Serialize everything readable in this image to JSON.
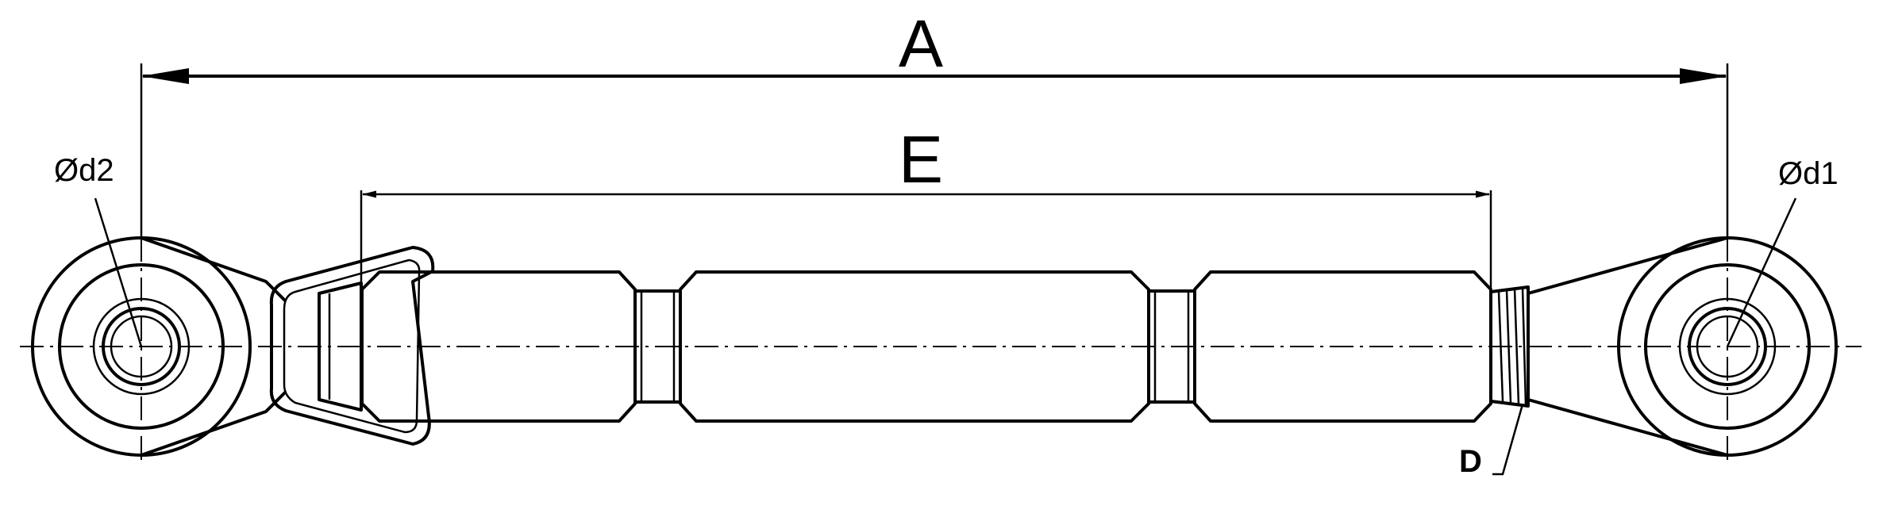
{
  "labels": {
    "dimension_a": "A",
    "dimension_e": "E",
    "diameter_d2": "Ød2",
    "diameter_d1": "Ød1",
    "thread_d": "D"
  }
}
